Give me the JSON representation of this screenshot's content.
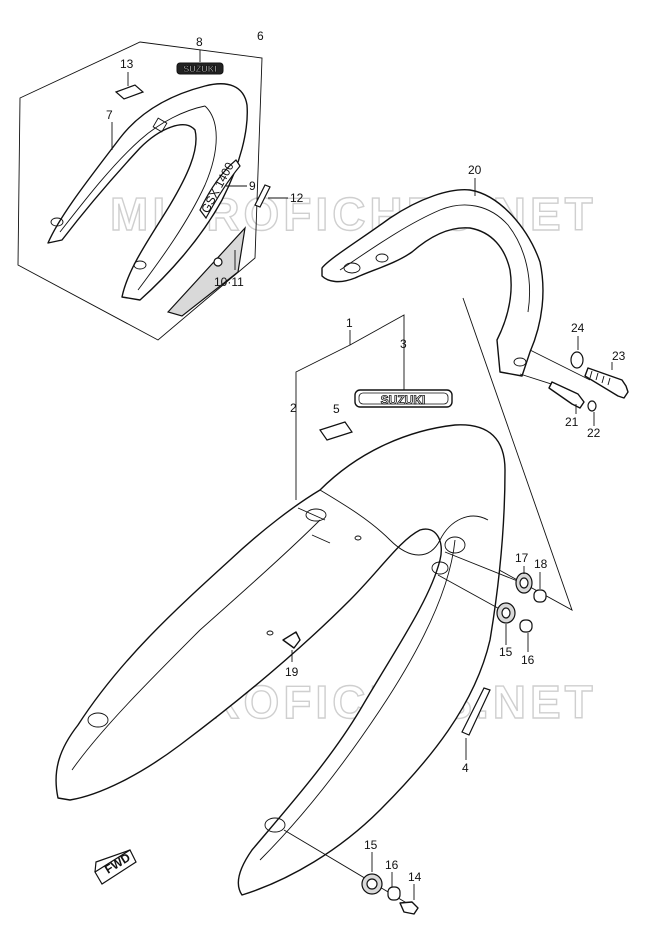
{
  "diagram": {
    "watermark": "MICROFICHES.NET",
    "badge_small_text": "SUZUKI",
    "badge_large_text": "SUZUKI",
    "fwd_label": "FWD",
    "decal_text": "GSX 1400",
    "callouts": {
      "c1": "1",
      "c2": "2",
      "c3": "3",
      "c4": "4",
      "c5": "5",
      "c6": "6",
      "c7": "7",
      "c8": "8",
      "c9": "9",
      "c10_11": "10·11",
      "c12": "12",
      "c13": "13",
      "c14": "14",
      "c15a": "15",
      "c15b": "15",
      "c16a": "16",
      "c16b": "16",
      "c17": "17",
      "c18": "18",
      "c19": "19",
      "c20": "20",
      "c21": "21",
      "c22": "22",
      "c23": "23",
      "c24": "24"
    }
  }
}
